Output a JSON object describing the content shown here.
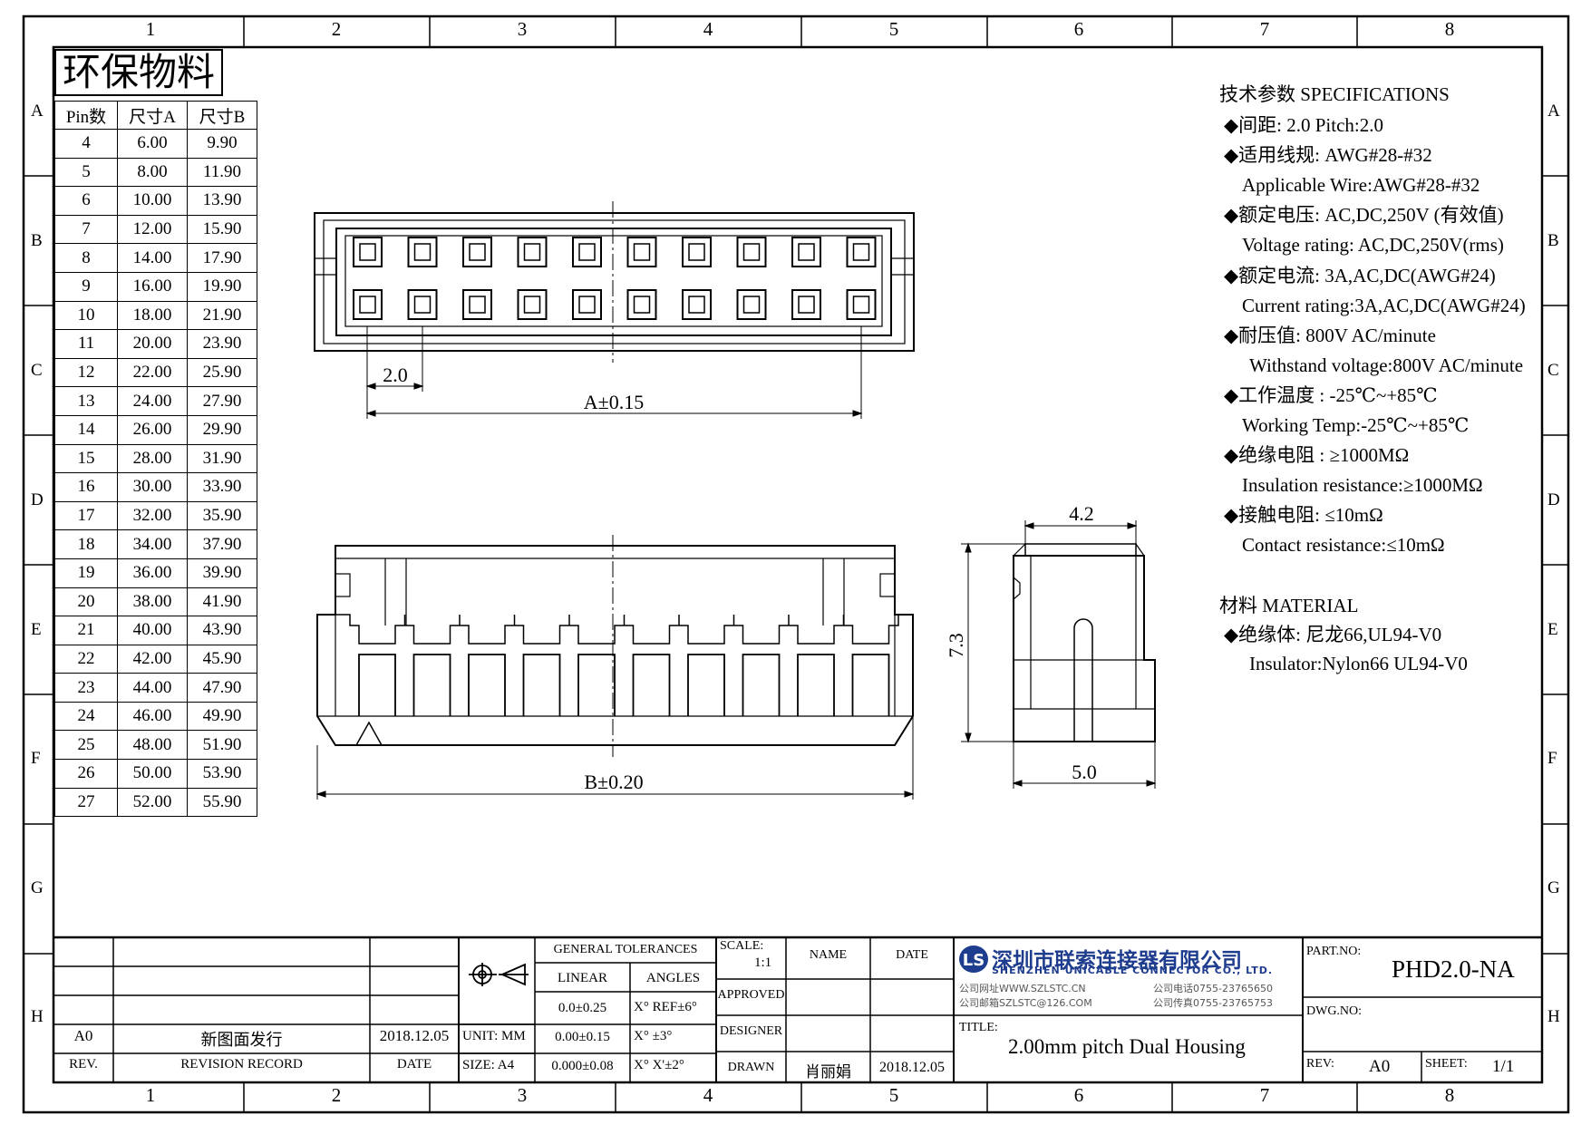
{
  "zones": {
    "columns": [
      "1",
      "2",
      "3",
      "4",
      "5",
      "6",
      "7",
      "8"
    ],
    "rows": [
      "A",
      "B",
      "C",
      "D",
      "E",
      "F",
      "G",
      "H"
    ]
  },
  "eco_label": "环保物料",
  "pin_table": {
    "headers": [
      "Pin数",
      "尺寸A",
      "尺寸B"
    ],
    "rows": [
      [
        "4",
        "6.00",
        "9.90"
      ],
      [
        "5",
        "8.00",
        "11.90"
      ],
      [
        "6",
        "10.00",
        "13.90"
      ],
      [
        "7",
        "12.00",
        "15.90"
      ],
      [
        "8",
        "14.00",
        "17.90"
      ],
      [
        "9",
        "16.00",
        "19.90"
      ],
      [
        "10",
        "18.00",
        "21.90"
      ],
      [
        "11",
        "20.00",
        "23.90"
      ],
      [
        "12",
        "22.00",
        "25.90"
      ],
      [
        "13",
        "24.00",
        "27.90"
      ],
      [
        "14",
        "26.00",
        "29.90"
      ],
      [
        "15",
        "28.00",
        "31.90"
      ],
      [
        "16",
        "30.00",
        "33.90"
      ],
      [
        "17",
        "32.00",
        "35.90"
      ],
      [
        "18",
        "34.00",
        "37.90"
      ],
      [
        "19",
        "36.00",
        "39.90"
      ],
      [
        "20",
        "38.00",
        "41.90"
      ],
      [
        "21",
        "40.00",
        "43.90"
      ],
      [
        "22",
        "42.00",
        "45.90"
      ],
      [
        "23",
        "44.00",
        "47.90"
      ],
      [
        "24",
        "46.00",
        "49.90"
      ],
      [
        "25",
        "48.00",
        "51.90"
      ],
      [
        "26",
        "50.00",
        "53.90"
      ],
      [
        "27",
        "52.00",
        "55.90"
      ]
    ]
  },
  "dimensions": {
    "pitch": "2.0",
    "a": "A±0.15",
    "b": "B±0.20",
    "width": "4.2",
    "height": "7.3",
    "depth": "5.0"
  },
  "specs": {
    "title": "技术参数  SPECIFICATIONS",
    "lines": [
      "◆间距: 2.0      Pitch:2.0",
      "◆适用线规: AWG#28-#32",
      "Applicable Wire:AWG#28-#32",
      "◆额定电压: AC,DC,250V (有效值)",
      "Voltage rating: AC,DC,250V(rms)",
      "◆额定电流: 3A,AC,DC(AWG#24)",
      "Current rating:3A,AC,DC(AWG#24)",
      "◆耐压值: 800V AC/minute",
      "Withstand voltage:800V AC/minute",
      "◆工作温度 : -25℃~+85℃",
      "Working Temp:-25℃~+85℃",
      "◆绝缘电阻 : ≥1000MΩ",
      "Insulation resistance:≥1000MΩ",
      "◆接触电阻: ≤10mΩ",
      "Contact resistance:≤10mΩ"
    ],
    "material_title": "材料  MATERIAL",
    "material_lines": [
      "◆绝缘体: 尼龙66,UL94-V0",
      "Insulator:Nylon66 UL94-V0"
    ]
  },
  "title_block": {
    "rev_row": {
      "rev": "A0",
      "record": "新图面发行",
      "date": "2018.12.05"
    },
    "rev_hdr": {
      "rev": "REV.",
      "record": "REVISION RECORD",
      "date": "DATE"
    },
    "unit": "UNIT: MM",
    "size": "SIZE: A4",
    "general_tolerances": "GENERAL TOLERANCES",
    "linear": "LINEAR",
    "angles": "ANGLES",
    "tol_linear": [
      "0.0±0.25",
      "0.00±0.15",
      "0.000±0.08"
    ],
    "tol_angles": [
      "X° REF±6°",
      "X° ±3°",
      "X° X'±2°"
    ],
    "scale_label": "SCALE:",
    "scale_value": "1:1",
    "approved": "APPROVED",
    "designer": "DESIGNER",
    "drawn": "DRAWN",
    "name_hdr": "NAME",
    "date_hdr": "DATE",
    "drawn_name": "肖丽娟",
    "drawn_date": "2018.12.05",
    "company_cn": "深圳市联索连接器有限公司",
    "company_en": "SHENZHEN UNICABLE CONNECTOR CO., LTD.",
    "company_web": "公司网址WWW.SZLSTC.CN",
    "company_mail": "公司邮箱SZLSTC@126.COM",
    "company_tel": "公司电话0755-23765650",
    "company_fax": "公司传真0755-23765753",
    "title_label": "TITLE:",
    "title_value": "2.00mm pitch Dual Housing",
    "part_no_label": "PART.NO:",
    "part_no": "PHD2.0-NA",
    "dwg_no_label": "DWG.NO:",
    "rev_label": "REV:",
    "rev_value": "A0",
    "sheet_label": "SHEET:",
    "sheet_value": "1/1"
  }
}
